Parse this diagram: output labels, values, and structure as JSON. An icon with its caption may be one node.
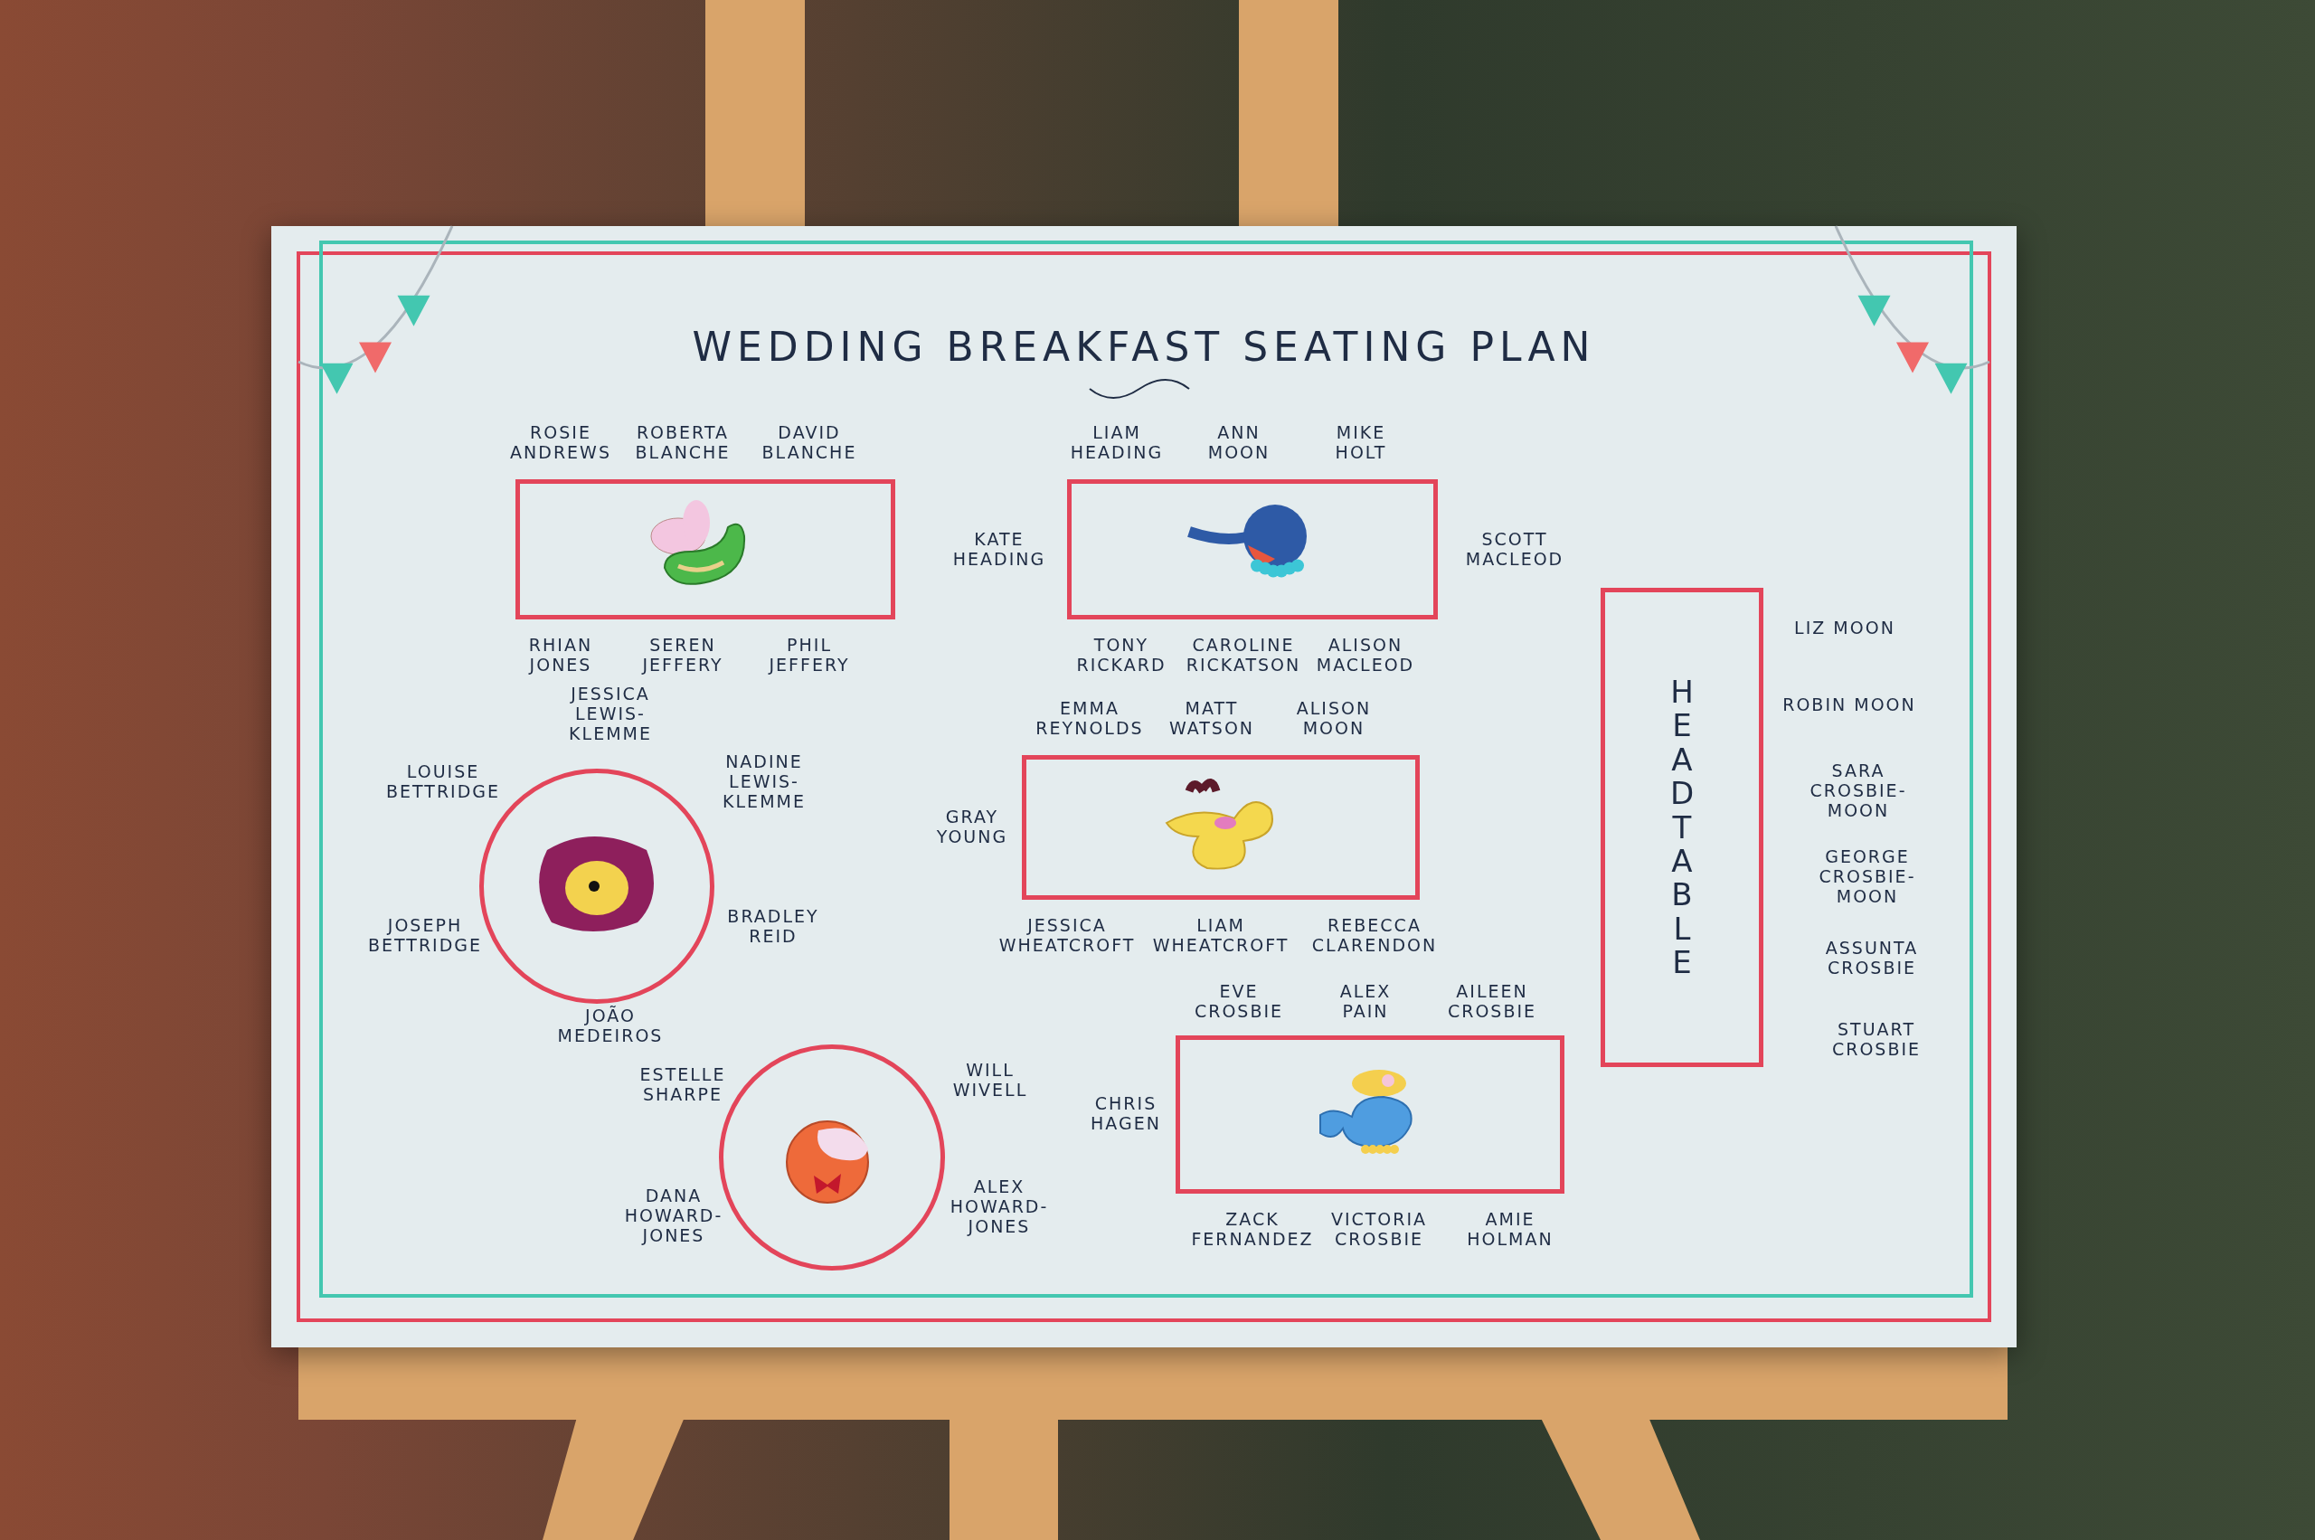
{
  "diagram": {
    "title": "WEDDING BREAKFAST SEATING PLAN",
    "nodes": [
      {
        "text": [],
        "shape": "box",
        "beside": [
          "ROSIE ANDREWS",
          "ROBERTA BLANCHE",
          "DAVID BLANCHE",
          "RHIAN JONES",
          "SEREN JEFFERY",
          "PHIL JEFFERY"
        ]
      },
      {
        "text": [],
        "shape": "box",
        "beside": [
          "LIAM HEADING",
          "ANN MOON",
          "MIKE HOLT",
          "KATE HEADING",
          "SCOTT MACLEOD",
          "TONY RICKARD",
          "CAROLINE RICKATSON",
          "ALISON MACLEOD"
        ]
      },
      {
        "text": [
          "HEAD TABLE"
        ],
        "beside": [
          "LIZ MOON",
          "ROBIN MOON",
          "SARA CROSBIE-MOON",
          "GEORGE CROSBIE-MOON",
          "ASSUNTA CROSBIE",
          "STUART CROSBIE"
        ]
      },
      {
        "text": [],
        "shape": "circle",
        "beside": [
          "JESSICA LEWIS-KLEMME",
          "LOUISE BETTRIDGE",
          "NADINE LEWIS-KLEMME",
          "JOSEPH BETTRIDGE",
          "BRADLEY REID",
          "JOÃO MEDEIROS"
        ]
      },
      {
        "text": [],
        "shape": "box",
        "beside": [
          "EMMA REYNOLDS",
          "MATT WATSON",
          "ALISON MOON",
          "GRAY YOUNG",
          "JESSICA WHEATCROFT",
          "LIAM WHEATCROFT",
          "REBECCA CLARENDON"
        ]
      },
      {
        "text": [],
        "shape": "circle",
        "beside": [
          "ESTELLE SHARPE",
          "WILL WIVELL",
          "DANA HOWARD-JONES",
          "ALEX HOWARD-JONES"
        ]
      },
      {
        "text": [],
        "shape": "box",
        "beside": [
          "EVE CROSBIE",
          "ALEX PAIN",
          "AILEEN CROSBIE",
          "CHRIS HAGEN",
          "ZACK FERNANDEZ",
          "VICTORIA CROSBIE",
          "AMIE HOLMAN"
        ]
      }
    ]
  }
}
